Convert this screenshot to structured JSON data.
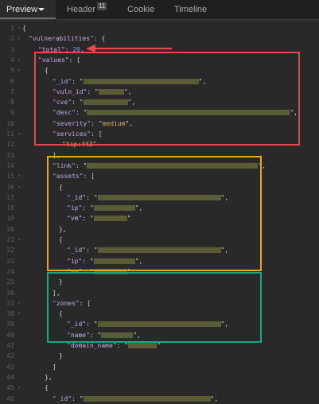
{
  "tabs": [
    {
      "label": "Preview",
      "active": true
    },
    {
      "label": "Header",
      "badge": "11"
    },
    {
      "label": "Cookie"
    },
    {
      "label": "Timeline"
    }
  ],
  "lines": [
    {
      "n": "1",
      "fold": "▾",
      "text": "{",
      "cls": "p",
      "indent": 28
    },
    {
      "n": "2",
      "fold": "▾",
      "key": "\"vulnerabilities\"",
      "after": ": {",
      "indent": 36
    },
    {
      "n": "3",
      "key": "\"total\"",
      "after": ": ",
      "num": "20",
      "tail": ",",
      "indent": 48
    },
    {
      "n": "4",
      "fold": "▾",
      "key": "\"values\"",
      "after": ": [",
      "indent": 48
    },
    {
      "n": "5",
      "fold": "▾",
      "text": "{",
      "cls": "p",
      "indent": 56
    },
    {
      "n": "6",
      "key": "\"_id\"",
      "after": ": \"",
      "redact": 145,
      "tail": "\",",
      "indent": 66
    },
    {
      "n": "7",
      "key": "\"vuln_id\"",
      "after": ": \"",
      "redact": 32,
      "tail": "\",",
      "indent": 66
    },
    {
      "n": "8",
      "key": "\"cve\"",
      "after": ": \"",
      "redact": 56,
      "tail": "\",",
      "indent": 66
    },
    {
      "n": "9",
      "key": "\"desc\"",
      "after": ": \"",
      "redact": 255,
      "tail": "\",",
      "indent": 66
    },
    {
      "n": "10",
      "key": "\"severity\"",
      "after": ": \"",
      "str": "medium",
      "tail": "\",",
      "indent": 66
    },
    {
      "n": "11",
      "fold": "▾",
      "key": "\"services\"",
      "after": ": [",
      "indent": 66
    },
    {
      "n": "12",
      "str": "\"tcp:443\"",
      "indent": 78
    },
    {
      "n": "13",
      "text": "],",
      "cls": "p",
      "indent": 66
    },
    {
      "n": "14",
      "key": "\"link\"",
      "after": ": \"",
      "redact": 215,
      "tail": "\",",
      "indent": 66
    },
    {
      "n": "15",
      "fold": "▾",
      "key": "\"assets\"",
      "after": ": [",
      "indent": 66
    },
    {
      "n": "16",
      "fold": "▾",
      "text": "{",
      "cls": "p",
      "indent": 74
    },
    {
      "n": "17",
      "key": "\"_id\"",
      "after": ": \"",
      "redact": 155,
      "tail": "\",",
      "indent": 84
    },
    {
      "n": "18",
      "key": "\"ip\"",
      "after": ": \"",
      "redact": 52,
      "tail": "\",",
      "indent": 84
    },
    {
      "n": "19",
      "key": "\"vm\"",
      "after": ": \"",
      "redact": 42,
      "tail": "\"",
      "indent": 84
    },
    {
      "n": "20",
      "text": "},",
      "cls": "p",
      "indent": 74
    },
    {
      "n": "21",
      "fold": "▾",
      "text": "{",
      "cls": "p",
      "indent": 74
    },
    {
      "n": "22",
      "key": "\"_id\"",
      "after": ": \"",
      "redact": 155,
      "tail": "\",",
      "indent": 84
    },
    {
      "n": "23",
      "key": "\"ip\"",
      "after": ": \"",
      "redact": 52,
      "tail": "\",",
      "indent": 84
    },
    {
      "n": "24",
      "key": "\"vm\"",
      "after": ": \"",
      "redact": 42,
      "tail": "\"",
      "indent": 84
    },
    {
      "n": "25",
      "text": "}",
      "cls": "p",
      "indent": 74
    },
    {
      "n": "26",
      "text": "],",
      "cls": "p",
      "indent": 66
    },
    {
      "n": "37",
      "fold": "▾",
      "key": "\"zones\"",
      "after": ": [",
      "indent": 66
    },
    {
      "n": "38",
      "fold": "▾",
      "text": "{",
      "cls": "p",
      "indent": 74
    },
    {
      "n": "39",
      "key": "\"_id\"",
      "after": ": \"",
      "redact": 155,
      "tail": "\",",
      "indent": 84
    },
    {
      "n": "40",
      "key": "\"name\"",
      "after": ": \"",
      "redact": 40,
      "tail": "\",",
      "indent": 84
    },
    {
      "n": "41",
      "key": "\"domain_name\"",
      "after": ": \"",
      "redact": 36,
      "tail": "\"",
      "indent": 84
    },
    {
      "n": "42",
      "text": "}",
      "cls": "p",
      "indent": 74
    },
    {
      "n": "43",
      "text": "]",
      "cls": "p",
      "indent": 66
    },
    {
      "n": "44",
      "text": "},",
      "cls": "p",
      "indent": 56
    },
    {
      "n": "45",
      "fold": "▾",
      "text": "{",
      "cls": "p",
      "indent": 56
    },
    {
      "n": "46",
      "key": "\"_id\"",
      "after": ": \"",
      "redact": 160,
      "tail": "\",",
      "indent": 66
    }
  ],
  "colors": {
    "red": "#e6474a",
    "orange": "#f1a31c",
    "teal": "#14a88a"
  }
}
